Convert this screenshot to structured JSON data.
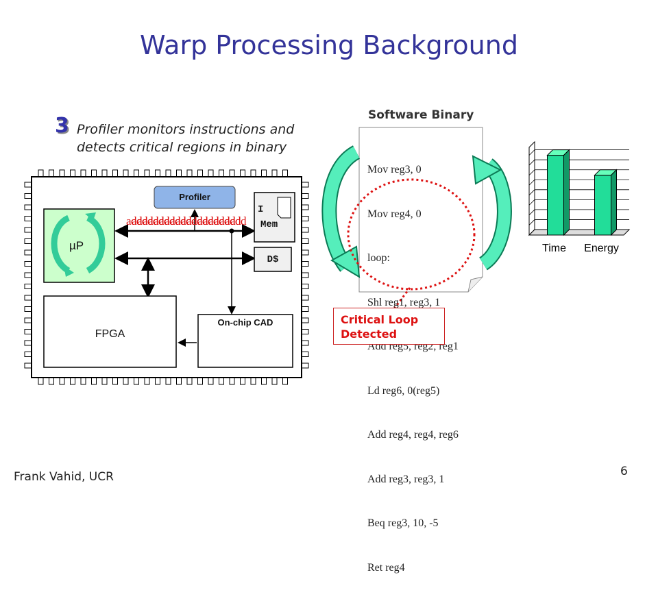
{
  "title": "Warp Processing Background",
  "step": {
    "number": "3",
    "line1": "Profiler monitors instructions and",
    "line2": "detects critical regions in binary"
  },
  "chip": {
    "profiler": "Profiler",
    "imem_line1": "I",
    "imem_line2": "Mem",
    "dcache": "D$",
    "up": "µP",
    "fpga": "FPGA",
    "cad": "On-chip CAD"
  },
  "binary": {
    "label": "Software Binary",
    "lines": [
      "Mov reg3, 0",
      "Mov reg4, 0",
      "loop:",
      "Shl reg1, reg3, 1",
      "Add reg5, reg2, reg1",
      "Ld reg6, 0(reg5)",
      "Add reg4, reg4, reg6",
      "Add reg3, reg3, 1",
      "Beq reg3, 10, -5",
      "Ret reg4"
    ]
  },
  "bus_text": "add",
  "callout": {
    "line1": "Critical Loop",
    "line2": "Detected"
  },
  "chart_data": {
    "type": "bar",
    "categories": [
      "Time",
      "Energy"
    ],
    "values": [
      100,
      75
    ],
    "ylim": [
      0,
      110
    ],
    "grid": true
  },
  "colors": {
    "title": "#333399",
    "accent_red": "#dd1111",
    "chip_green": "#ccffcc",
    "arrow_teal": "#33cc99",
    "bar_fill": "#22dd99",
    "profiler_blue": "#8fb4e8"
  },
  "footer": {
    "author": "Frank Vahid, UCR",
    "page": "6"
  }
}
